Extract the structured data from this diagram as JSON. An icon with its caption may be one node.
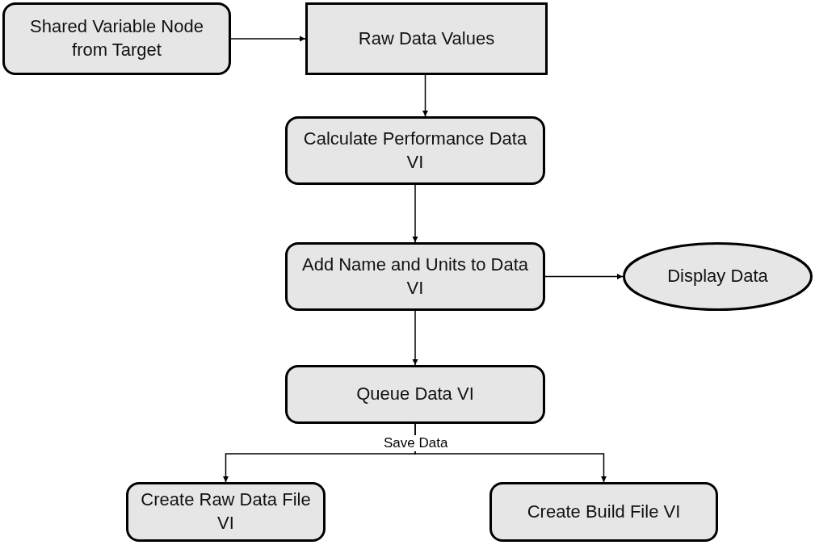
{
  "diagram": {
    "nodes": [
      {
        "text": [
          "Shared Variable Node from Target"
        ]
      },
      {
        "text": [
          "Raw Data Values"
        ]
      },
      {
        "text": [
          "Calculate Performance Data VI"
        ]
      },
      {
        "text": [
          "Add Name and Units to Data VI"
        ]
      },
      {
        "text": [
          "Display Data"
        ]
      },
      {
        "text": [
          "Queue Data VI"
        ]
      },
      {
        "text": [
          "Create Raw Data File VI"
        ]
      },
      {
        "text": [
          "Create Build File VI"
        ]
      }
    ],
    "edges": [
      {
        "from": 0,
        "to": 1,
        "arrow": "to"
      },
      {
        "from": 1,
        "to": 2,
        "arrow": "to"
      },
      {
        "from": 2,
        "to": 3,
        "arrow": "to"
      },
      {
        "from": 3,
        "to": 4,
        "arrow": "to"
      },
      {
        "from": 3,
        "to": 5,
        "arrow": "to"
      },
      {
        "from": 5,
        "to": 6,
        "arrow": "to",
        "label": "Save Data"
      },
      {
        "from": 5,
        "to": 7,
        "arrow": "to"
      }
    ]
  }
}
